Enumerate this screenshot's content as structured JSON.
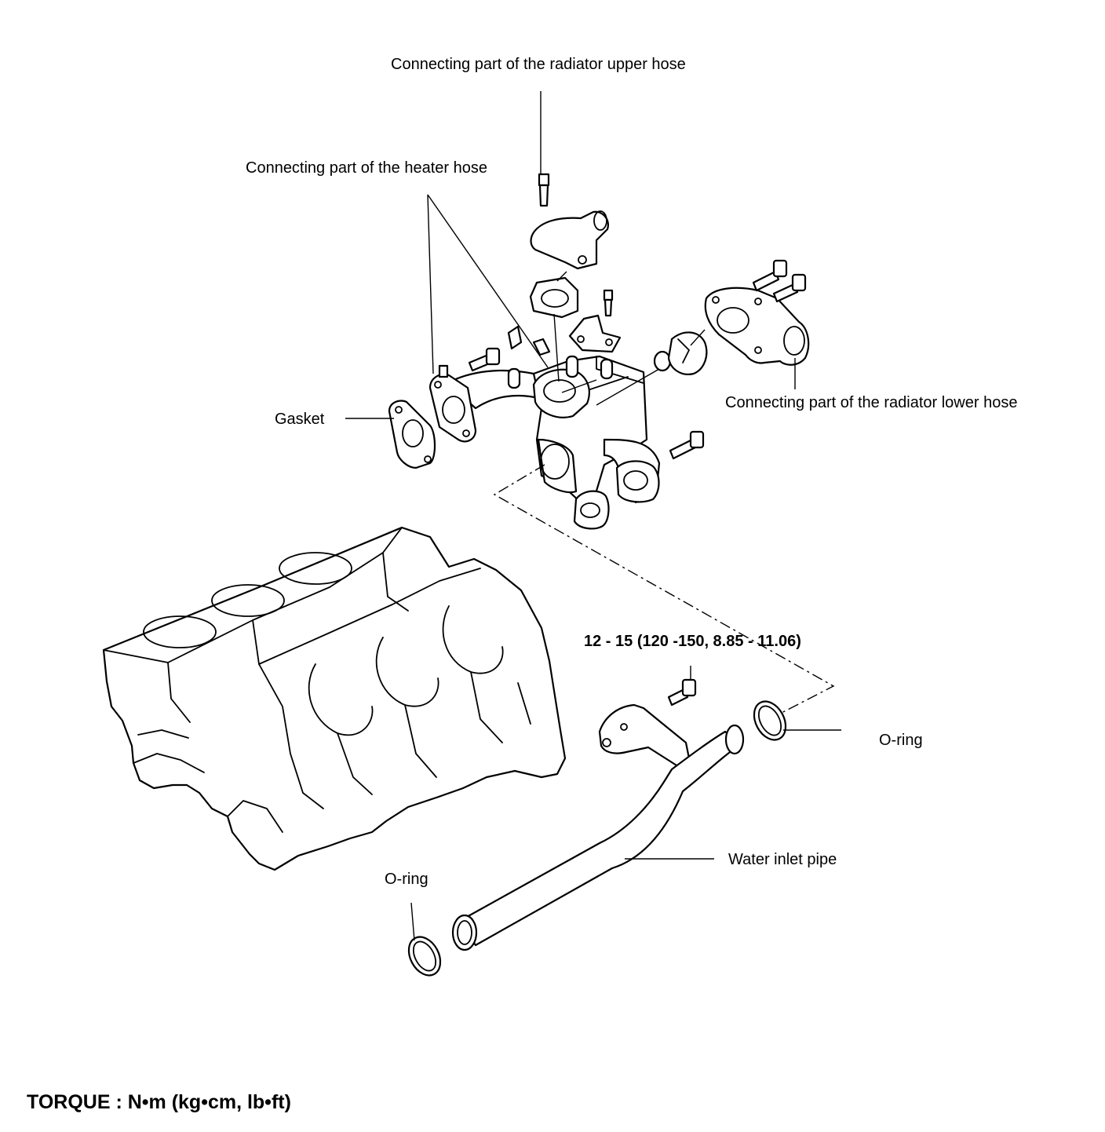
{
  "labels": {
    "radiator_upper_hose": "Connecting part of the radiator upper hose",
    "heater_hose": "Connecting part of the heater hose",
    "radiator_lower_hose": "Connecting part of the radiator lower hose",
    "gasket": "Gasket",
    "torque_spec": "12 - 15 (120 -150, 8.85 - 11.06)",
    "o_ring_right": "O-ring",
    "water_inlet_pipe": "Water inlet pipe",
    "o_ring_left": "O-ring",
    "torque_units": "TORQUE : N•m (kg•cm, lb•ft)"
  }
}
